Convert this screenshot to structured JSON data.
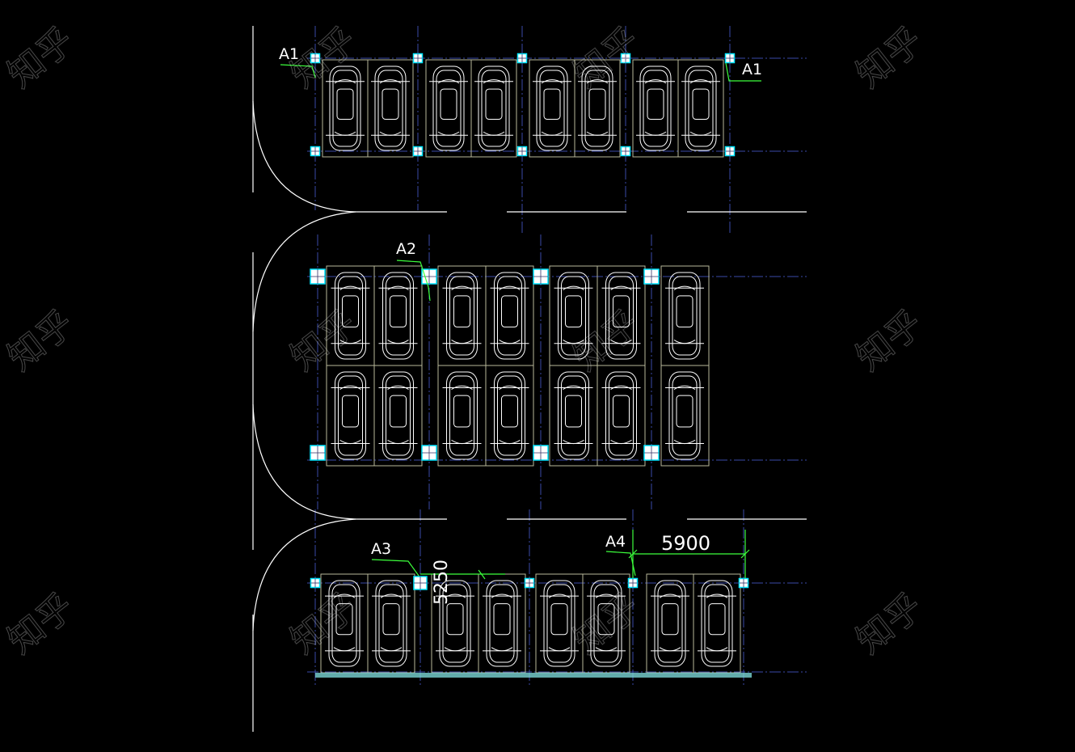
{
  "labels": {
    "a1_left": "A1",
    "a1_right": "A1",
    "a2": "A2",
    "a3": "A3",
    "a4": "A4",
    "dim_5900": "5900",
    "dim_vertical": "5250"
  },
  "watermark_text": "知乎",
  "colors": {
    "background": "#000000",
    "lines": "#ffffff",
    "grid": "#3a4aa8",
    "column": "#00e5ff",
    "leader": "#3cff3c",
    "stall": "#b8b89a",
    "ground": "#7ad6d6"
  }
}
